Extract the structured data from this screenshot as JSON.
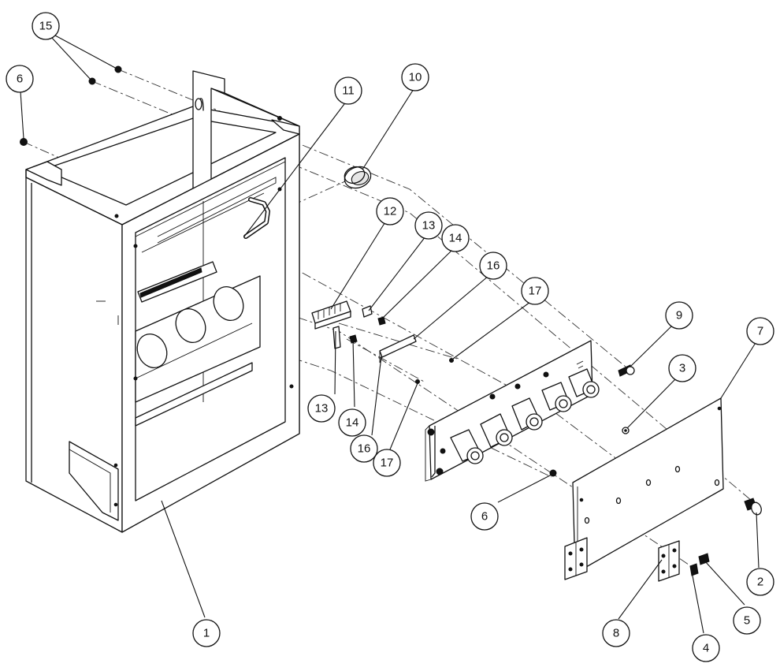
{
  "callouts": [
    {
      "id": "c1",
      "label": "1"
    },
    {
      "id": "c2",
      "label": "2"
    },
    {
      "id": "c3",
      "label": "3"
    },
    {
      "id": "c4",
      "label": "4"
    },
    {
      "id": "c5",
      "label": "5"
    },
    {
      "id": "c6a",
      "label": "6"
    },
    {
      "id": "c6b",
      "label": "6"
    },
    {
      "id": "c7",
      "label": "7"
    },
    {
      "id": "c8",
      "label": "8"
    },
    {
      "id": "c9",
      "label": "9"
    },
    {
      "id": "c10",
      "label": "10"
    },
    {
      "id": "c11",
      "label": "11"
    },
    {
      "id": "c12",
      "label": "12"
    },
    {
      "id": "c13a",
      "label": "13"
    },
    {
      "id": "c13b",
      "label": "13"
    },
    {
      "id": "c14a",
      "label": "14"
    },
    {
      "id": "c14b",
      "label": "14"
    },
    {
      "id": "c15",
      "label": "15"
    },
    {
      "id": "c16a",
      "label": "16"
    },
    {
      "id": "c16b",
      "label": "16"
    },
    {
      "id": "c17a",
      "label": "17"
    },
    {
      "id": "c17b",
      "label": "17"
    }
  ]
}
